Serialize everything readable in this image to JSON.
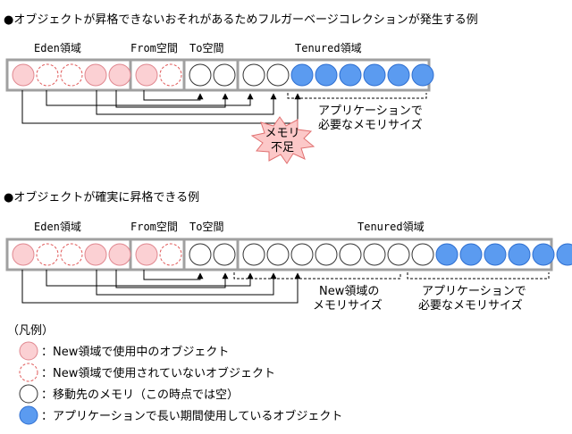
{
  "example1": {
    "heading": "●オブジェクトが昇格できないおそれがあるためフルガーベージコレクションが発生する例",
    "label_eden": "Eden領域",
    "label_from": "From空間",
    "label_to": "To空間",
    "label_tenured": "Tenured領域",
    "eden_cells": [
      "used",
      "unused",
      "unused",
      "used",
      "used"
    ],
    "from_cells": [
      "used",
      "unused"
    ],
    "to_cells": [
      "free",
      "free"
    ],
    "tenured_cells": [
      "free",
      "free",
      "long",
      "long",
      "long",
      "long",
      "long",
      "long"
    ],
    "app_note_line1": "アプリケーションで",
    "app_note_line2": "必要なメモリサイズ",
    "burst_line1": "メモリ",
    "burst_line2": "不足"
  },
  "example2": {
    "heading": "●オブジェクトが確実に昇格できる例",
    "label_eden": "Eden領域",
    "label_from": "From空間",
    "label_to": "To空間",
    "label_tenured": "Tenured領域",
    "eden_cells": [
      "used",
      "unused",
      "unused",
      "used",
      "used"
    ],
    "from_cells": [
      "used",
      "unused"
    ],
    "to_cells": [
      "free",
      "free"
    ],
    "tenured_cells": [
      "free",
      "free",
      "free",
      "free",
      "free",
      "free",
      "free",
      "free",
      "long",
      "long",
      "long",
      "long",
      "long",
      "long",
      "long"
    ],
    "new_note_line1": "New領域の",
    "new_note_line2": "メモリサイズ",
    "app_note_line1": "アプリケーションで",
    "app_note_line2": "必要なメモリサイズ"
  },
  "legend": {
    "title": "（凡例）",
    "items": [
      {
        "kind": "used",
        "text": "：New領域で使用中のオブジェクト"
      },
      {
        "kind": "unused",
        "text": "：New領域で使用されていないオブジェクト"
      },
      {
        "kind": "free",
        "text": "：移動先のメモリ（この時点では空）"
      },
      {
        "kind": "long",
        "text": "：アプリケーションで長い期間使用しているオブジェクト"
      }
    ]
  },
  "colors": {
    "used_fill": "#fbd0d3",
    "used_stroke": "#e08890",
    "unused_stroke": "#e05a5a",
    "free_stroke": "#333333",
    "long_fill": "#5b9bf0",
    "long_stroke": "#2f6fd0",
    "box_stroke": "#a0a0a0",
    "burst_fill": "#fcc8c8",
    "burst_stroke": "#e07070"
  }
}
